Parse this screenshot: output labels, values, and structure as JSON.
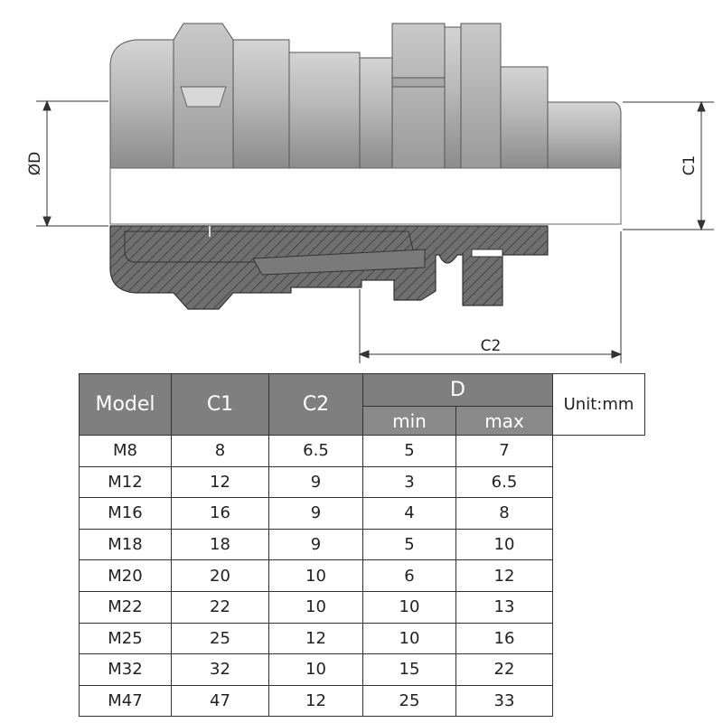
{
  "dimensions": {
    "diameter_label": "ØD",
    "c1_label": "C1",
    "c2_label": "C2"
  },
  "table": {
    "headers": {
      "model": "Model",
      "c1": "C1",
      "c2": "C2",
      "d": "D",
      "min": "min",
      "max": "max"
    },
    "unit": "Unit:mm",
    "rows": [
      {
        "model": "M8",
        "c1": "8",
        "c2": "6.5",
        "min": "5",
        "max": "7"
      },
      {
        "model": "M12",
        "c1": "12",
        "c2": "9",
        "min": "3",
        "max": "6.5"
      },
      {
        "model": "M16",
        "c1": "16",
        "c2": "9",
        "min": "4",
        "max": "8"
      },
      {
        "model": "M18",
        "c1": "18",
        "c2": "9",
        "min": "5",
        "max": "10"
      },
      {
        "model": "M20",
        "c1": "20",
        "c2": "10",
        "min": "6",
        "max": "12"
      },
      {
        "model": "M22",
        "c1": "22",
        "c2": "10",
        "min": "10",
        "max": "13"
      },
      {
        "model": "M25",
        "c1": "25",
        "c2": "12",
        "min": "10",
        "max": "16"
      },
      {
        "model": "M32",
        "c1": "32",
        "c2": "10",
        "min": "15",
        "max": "22"
      },
      {
        "model": "M47",
        "c1": "47",
        "c2": "12",
        "min": "25",
        "max": "33"
      }
    ]
  },
  "colors": {
    "metal_light": "#bdbdbd",
    "metal_dark": "#8c8c8c",
    "section_fill": "#6e6e6e",
    "header_fill": "#7f7f7f"
  }
}
